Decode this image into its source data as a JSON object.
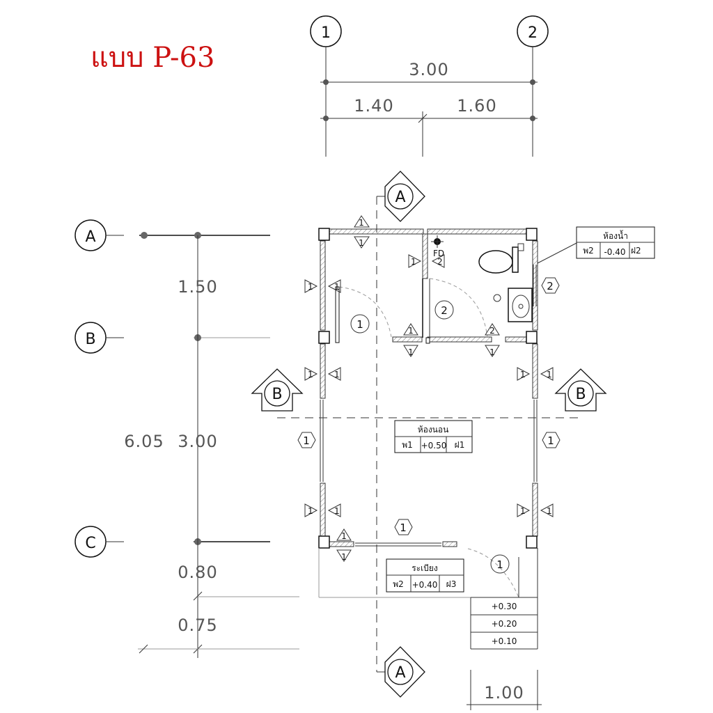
{
  "title": "แบบ P-63",
  "grid": {
    "cols": [
      "1",
      "2"
    ],
    "rows": [
      "A",
      "B",
      "C"
    ]
  },
  "dims": {
    "top_total": "3.00",
    "top_left": "1.40",
    "top_right": "1.60",
    "left_ab": "1.50",
    "left_total": "6.05",
    "left_bc": "3.00",
    "left_porch": "0.80",
    "left_step": "0.75",
    "bottom_step": "1.00"
  },
  "sections": {
    "a_label": "A",
    "b_label": "B"
  },
  "rooms": {
    "bathroom": {
      "name": "ห้องน้ำ",
      "floor": "พ2",
      "level": "-0.40",
      "ceiling": "ฝ2"
    },
    "bedroom": {
      "name": "ห้องนอน",
      "floor": "พ1",
      "level": "+0.50",
      "ceiling": "ฝ1"
    },
    "porch": {
      "name": "ระเบียง",
      "floor": "พ2",
      "level": "+0.40",
      "ceiling": "ฝ3"
    }
  },
  "steps": [
    "+0.30",
    "+0.20",
    "+0.10"
  ],
  "marks": {
    "one": "1",
    "two": "2",
    "fd": "FD"
  }
}
